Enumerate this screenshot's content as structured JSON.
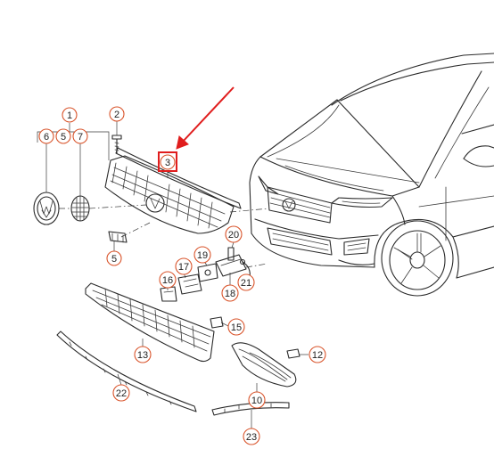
{
  "diagram": {
    "accent_color": "#e01d1d",
    "callout_color": "#d9542b",
    "callouts": {
      "p1": "1",
      "p2": "2",
      "p3": "3",
      "p5a": "5",
      "p5b": "5",
      "p6": "6",
      "p7": "7",
      "p10": "10",
      "p12": "12",
      "p13": "13",
      "p15": "15",
      "p16": "16",
      "p17": "17",
      "p18": "18",
      "p19": "19",
      "p20": "20",
      "p21": "21",
      "p22": "22",
      "p23": "23"
    },
    "highlighted_part": "3"
  }
}
